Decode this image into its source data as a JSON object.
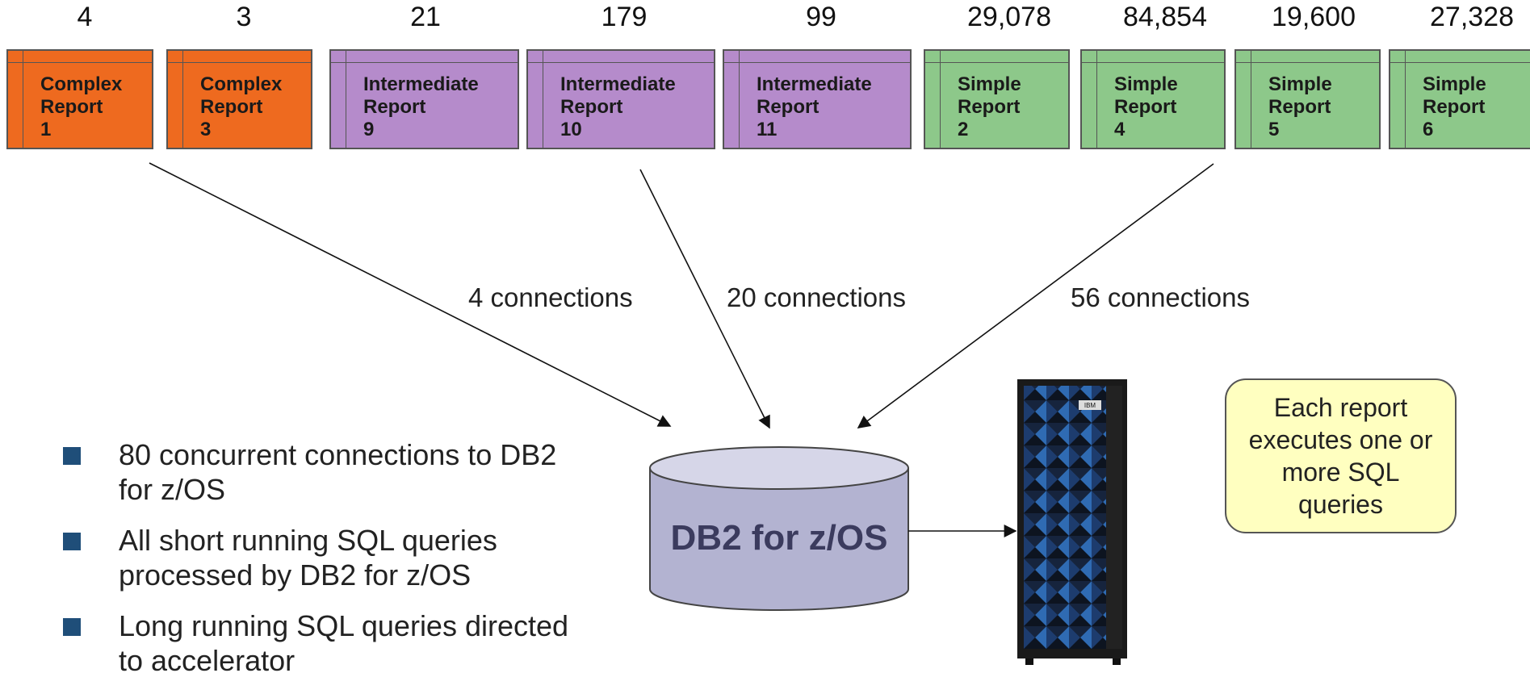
{
  "counts": [
    "4",
    "3",
    "21",
    "179",
    "99",
    "29,078",
    "84,854",
    "19,600",
    "27,328"
  ],
  "reports": [
    {
      "line1": "Complex",
      "line2": "Report",
      "num": "1"
    },
    {
      "line1": "Complex",
      "line2": "Report",
      "num": "3"
    },
    {
      "line1": "Intermediate",
      "line2": "Report",
      "num": "9"
    },
    {
      "line1": "Intermediate",
      "line2": "Report",
      "num": "10"
    },
    {
      "line1": "Intermediate",
      "line2": "Report",
      "num": "11"
    },
    {
      "line1": "Simple",
      "line2": "Report",
      "num": "2"
    },
    {
      "line1": "Simple",
      "line2": "Report",
      "num": "4"
    },
    {
      "line1": "Simple",
      "line2": "Report",
      "num": "5"
    },
    {
      "line1": "Simple",
      "line2": "Report",
      "num": "6"
    }
  ],
  "connections": [
    "4 connections",
    "20 connections",
    "56 connections"
  ],
  "database": {
    "label": "DB2 for z/OS"
  },
  "server": {
    "brand": "IBM"
  },
  "bullets": [
    "80 concurrent connections to DB2 for z/OS",
    "All short running SQL queries processed by DB2 for z/OS",
    "Long running SQL queries directed to accelerator"
  ],
  "note": "Each report executes one or more SQL queries",
  "colors": {
    "complex": "#ee6a1f",
    "intermediate": "#b58bcb",
    "simple": "#8dc88a",
    "database": "#b3b3d1",
    "note_bg": "#ffffc0",
    "bullet": "#1f4e79"
  }
}
